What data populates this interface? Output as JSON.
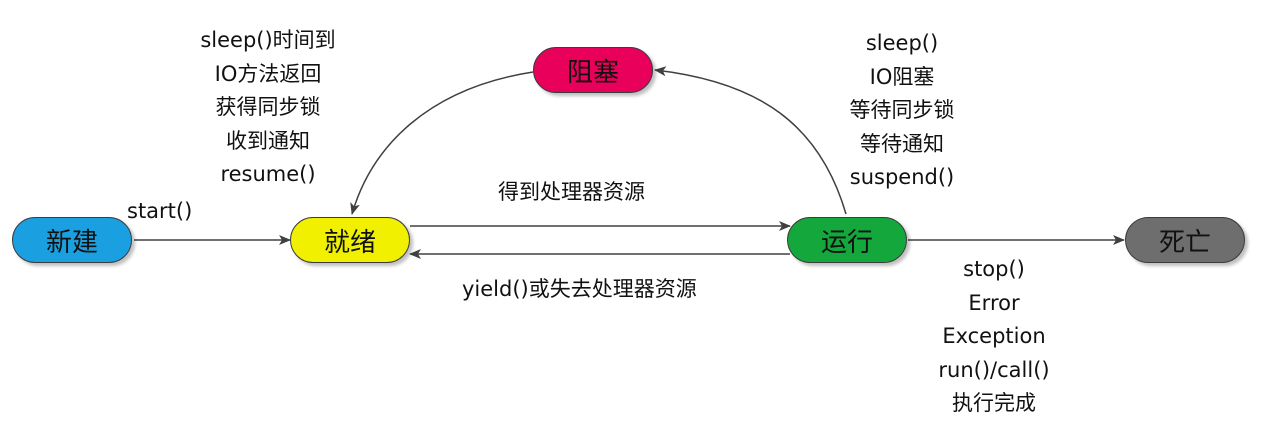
{
  "states": {
    "new": {
      "label": "新建",
      "color": "#1aa0e0"
    },
    "ready": {
      "label": "就绪",
      "color": "#f0f000"
    },
    "running": {
      "label": "运行",
      "color": "#14a83c"
    },
    "blocked": {
      "label": "阻塞",
      "color": "#e8005a"
    },
    "dead": {
      "label": "死亡",
      "color": "#6e6e6e"
    }
  },
  "transitions": {
    "start": "start()",
    "get_cpu": "得到处理器资源",
    "lose_cpu": "yield()或失去处理器资源",
    "block_to_ready": [
      "sleep()时间到",
      "IO方法返回",
      "获得同步锁",
      "收到通知",
      "resume()"
    ],
    "run_to_block": [
      "sleep()",
      "IO阻塞",
      "等待同步锁",
      "等待通知",
      "suspend()"
    ],
    "run_to_dead": [
      "stop()",
      "Error",
      "Exception",
      "run()/call()",
      "执行完成"
    ]
  }
}
